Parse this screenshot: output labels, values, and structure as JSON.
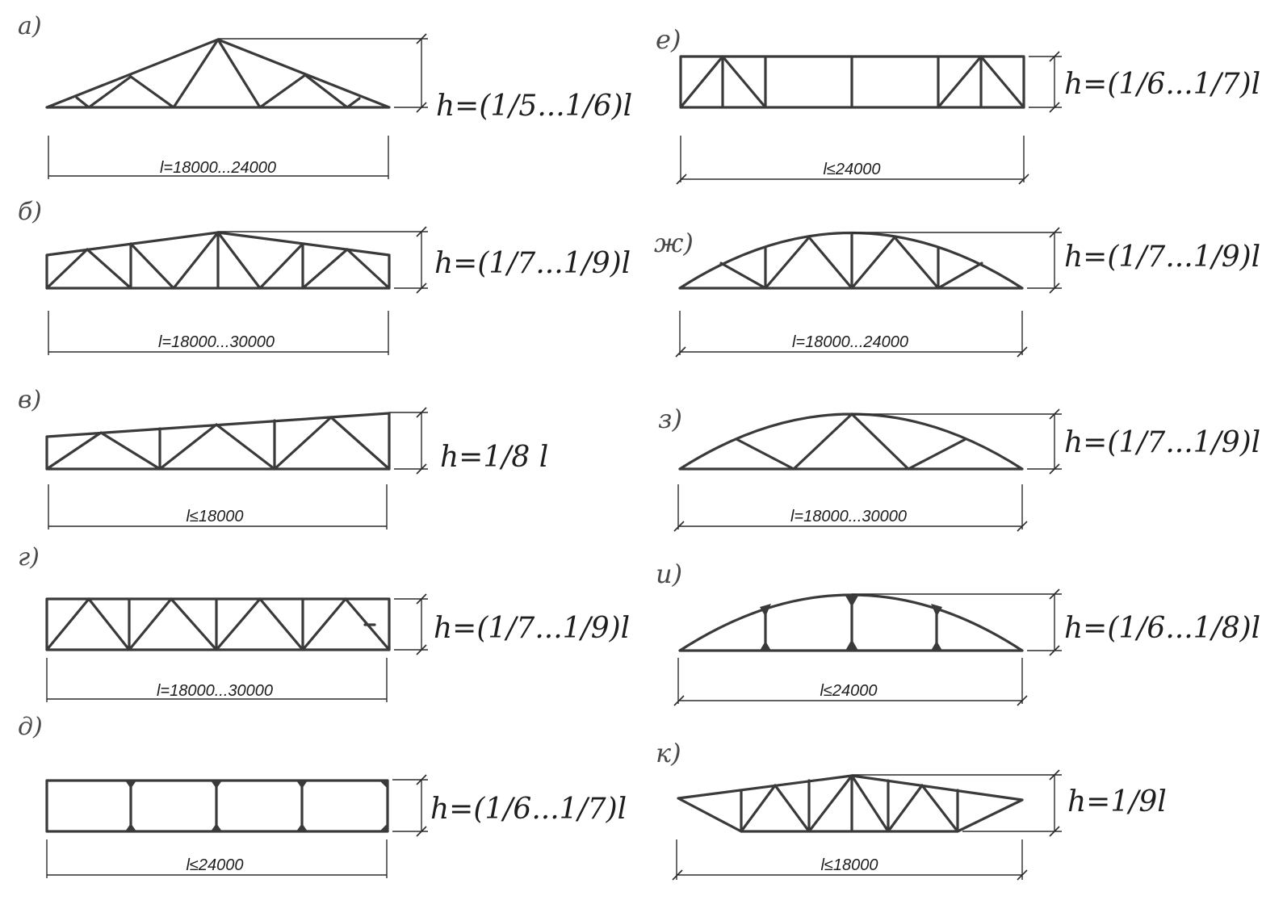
{
  "trusses": [
    {
      "id": "a",
      "letter": "а)",
      "ratio": "h=(1/5...1/6)l",
      "span": "l=18000...24000"
    },
    {
      "id": "b",
      "letter": "б)",
      "ratio": "h=(1/7...1/9)l",
      "span": "l=18000...30000"
    },
    {
      "id": "v",
      "letter": "в)",
      "ratio": "h=1/8 l",
      "span": "l≤18000"
    },
    {
      "id": "g",
      "letter": "г)",
      "ratio": "h=(1/7...1/9)l",
      "span": "l=18000...30000"
    },
    {
      "id": "d",
      "letter": "д)",
      "ratio": "h=(1/6...1/7)l",
      "span": "l≤24000"
    },
    {
      "id": "e",
      "letter": "е)",
      "ratio": "h=(1/6...1/7)l",
      "span": "l≤24000"
    },
    {
      "id": "zh",
      "letter": "ж)",
      "ratio": "h=(1/7...1/9)l",
      "span": "l=18000...24000"
    },
    {
      "id": "z",
      "letter": "з)",
      "ratio": "h=(1/7...1/9)l",
      "span": "l=18000...30000"
    },
    {
      "id": "i",
      "letter": "и)",
      "ratio": "h=(1/6...1/8)l",
      "span": "l≤24000"
    },
    {
      "id": "k",
      "letter": "к)",
      "ratio": "h=1/9l",
      "span": "l≤18000"
    }
  ]
}
